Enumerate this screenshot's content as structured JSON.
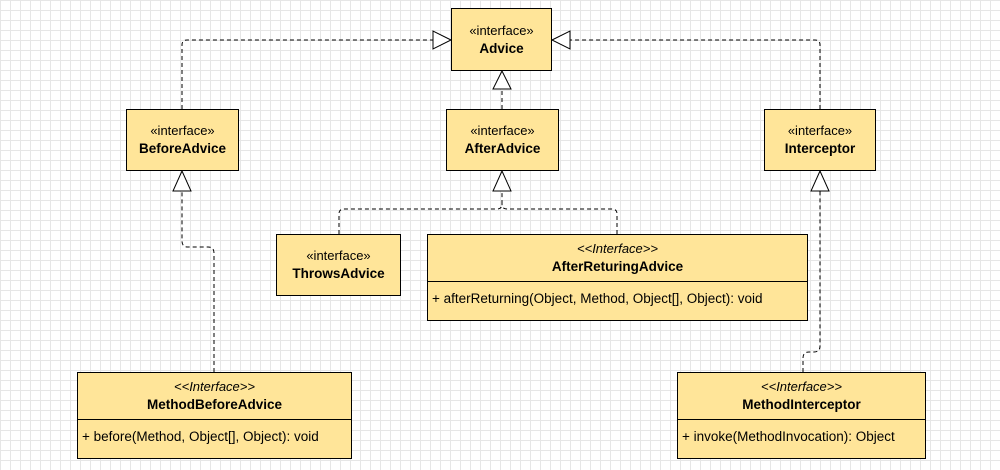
{
  "diagram": {
    "advice": {
      "stereotype": "«interface»",
      "name": "Advice"
    },
    "before_advice": {
      "stereotype": "«interface»",
      "name": "BeforeAdvice"
    },
    "after_advice": {
      "stereotype": "«interface»",
      "name": "AfterAdvice"
    },
    "interceptor": {
      "stereotype": "«interface»",
      "name": "Interceptor"
    },
    "throws_advice": {
      "stereotype": "«interface»",
      "name": "ThrowsAdvice"
    },
    "after_returning_advice": {
      "stereotype": "<<Interface>>",
      "name": "AfterReturingAdvice",
      "operation": "+ afterReturning(Object, Method, Object[], Object): void"
    },
    "method_before_advice": {
      "stereotype": "<<Interface>>",
      "name": "MethodBeforeAdvice",
      "operation": "+ before(Method, Object[], Object): void"
    },
    "method_interceptor": {
      "stereotype": "<<Interface>>",
      "name": "MethodInterceptor",
      "operation": "+ invoke(MethodInvocation): Object"
    }
  },
  "colors": {
    "class_fill": "#ffe599",
    "border": "#000000",
    "grid": "#e6e6e6"
  }
}
